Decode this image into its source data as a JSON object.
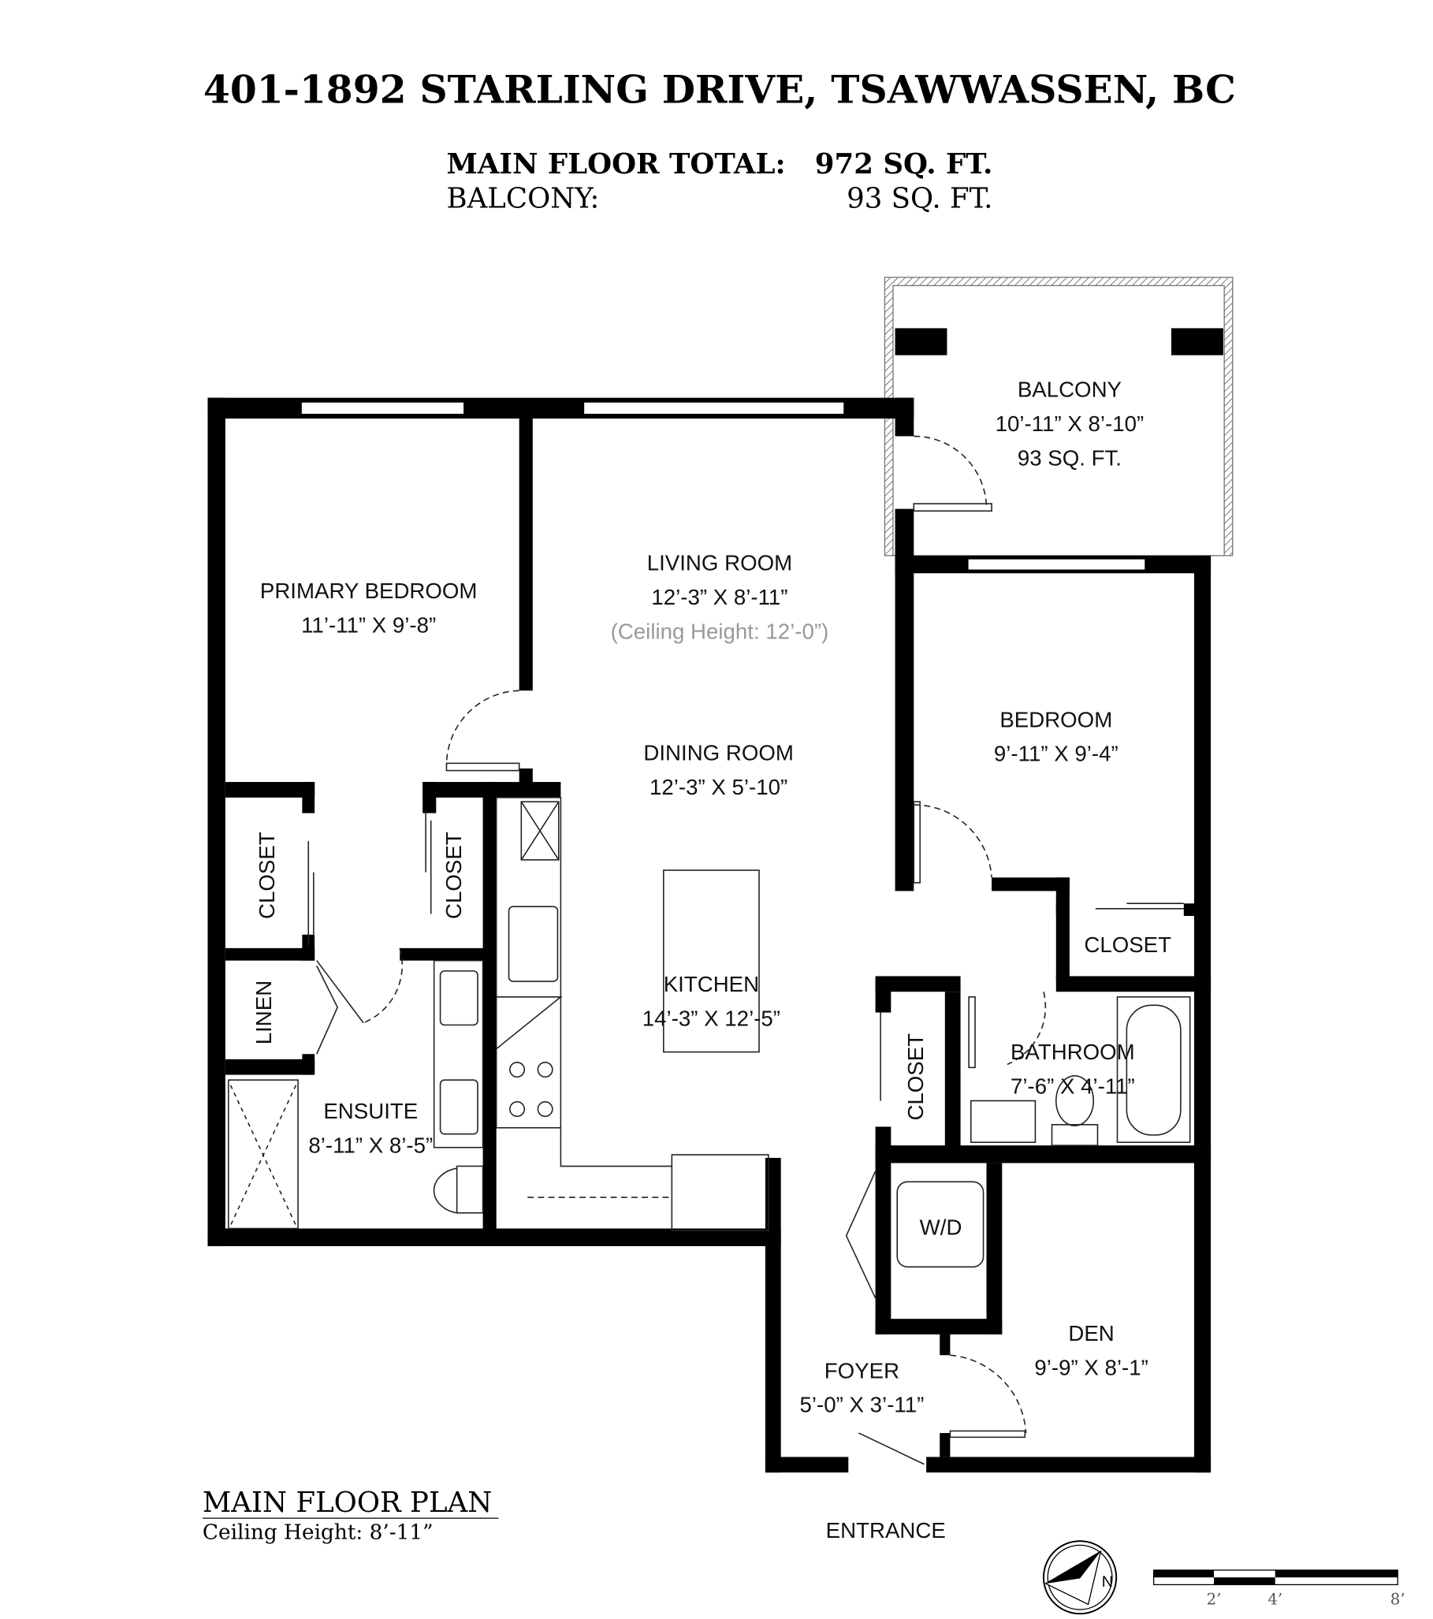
{
  "header": {
    "title": "401-1892 STARLING DRIVE, TSAWWASSEN, BC",
    "main_total_label": "MAIN FLOOR TOTAL:",
    "main_total_value": "972 SQ. FT.",
    "balcony_label": "BALCONY:",
    "balcony_value": "93 SQ. FT."
  },
  "rooms": {
    "balcony": {
      "name": "BALCONY",
      "dims": "10’-11” X 8’-10”",
      "area": "93 SQ. FT."
    },
    "living": {
      "name": "LIVING ROOM",
      "dims": "12’-3” X 8’-11”",
      "note": "(Ceiling Height: 12’-0”)"
    },
    "primary": {
      "name": "PRIMARY BEDROOM",
      "dims": "11’-11” X 9’-8”"
    },
    "dining": {
      "name": "DINING ROOM",
      "dims": "12’-3” X 5’-10”"
    },
    "bedroom": {
      "name": "BEDROOM",
      "dims": "9’-11” X 9’-4”"
    },
    "closet1": "CLOSET",
    "closet2": "CLOSET",
    "closet3": "CLOSET",
    "closet4": "CLOSET",
    "linen": "LINEN",
    "kitchen": {
      "name": "KITCHEN",
      "dims": "14’-3” X 12’-5”"
    },
    "bathroom": {
      "name": "BATHROOM",
      "dims": "7’-6” X 4’-11”"
    },
    "ensuite": {
      "name": "ENSUITE",
      "dims": "8’-11” X 8’-5”"
    },
    "wd": "W/D",
    "den": {
      "name": "DEN",
      "dims": "9’-9” X 8’-1”"
    },
    "foyer": {
      "name": "FOYER",
      "dims": "5’-0” X 3’-11”"
    }
  },
  "footer": {
    "plan_title": "MAIN FLOOR PLAN",
    "ceiling": "Ceiling Height: 8’-11”",
    "entrance": "ENTRANCE",
    "compass": "N",
    "scale_labels": [
      "2’",
      "4’",
      "8’"
    ]
  }
}
